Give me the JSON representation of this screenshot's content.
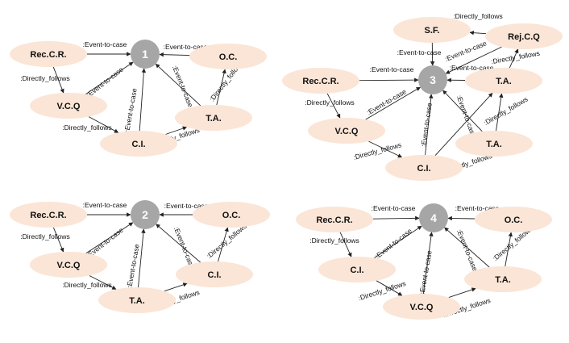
{
  "diagrams": [
    {
      "case_label": "1",
      "nodes": [
        "Rec.C.R.",
        "V.C.Q",
        "C.I.",
        "T.A.",
        "O.C."
      ],
      "relations": [
        {
          "from": "Rec.C.R.",
          "to": "1",
          "label": ":Event-to-case"
        },
        {
          "from": "Rec.C.R.",
          "to": "V.C.Q",
          "label": ":Directly_follows"
        },
        {
          "from": "V.C.Q",
          "to": "1",
          "label": ":Event-to-case"
        },
        {
          "from": "V.C.Q",
          "to": "C.I.",
          "label": ":Directly_follows"
        },
        {
          "from": "C.I.",
          "to": "1",
          "label": ":Event-to-case"
        },
        {
          "from": "C.I.",
          "to": "T.A.",
          "label": ":Directly_follows"
        },
        {
          "from": "T.A.",
          "to": "1",
          "label": ":Event-to-case"
        },
        {
          "from": "T.A.",
          "to": "O.C.",
          "label": ":Directly_follows"
        },
        {
          "from": "O.C.",
          "to": "1",
          "label": ":Event-to-case"
        }
      ]
    },
    {
      "case_label": "3",
      "nodes": [
        "S.F.",
        "Rej.C.Q",
        "Rec.C.R.",
        "T.A.",
        "V.C.Q",
        "T.A.",
        "C.I."
      ],
      "relations": [
        {
          "from": "S.F.",
          "to": "3",
          "label": ":Event-to-case"
        },
        {
          "from": "Rej.C.Q",
          "to": "S.F.",
          "label": ":Directly_follows"
        },
        {
          "from": "Rej.C.Q",
          "to": "3",
          "label": ":Event-to-case"
        },
        {
          "from": "T.A.",
          "to": "Rej.C.Q",
          "label": ":Directly_follows"
        },
        {
          "from": "T.A.",
          "to": "3",
          "label": ":Event-to-case"
        },
        {
          "from": "Rec.C.R.",
          "to": "3",
          "label": ":Event-to-case"
        },
        {
          "from": "Rec.C.R.",
          "to": "V.C.Q",
          "label": ":Directly_follows"
        },
        {
          "from": "V.C.Q",
          "to": "3",
          "label": ":Event-to-case"
        },
        {
          "from": "V.C.Q",
          "to": "C.I.",
          "label": ":Directly_follows"
        },
        {
          "from": "C.I.",
          "to": "3",
          "label": ":Event-to-case"
        },
        {
          "from": "C.I.",
          "to": "T.A.",
          "label": ":Directly_follows"
        },
        {
          "from": "T.A.",
          "to": "3",
          "label": ":Event-to-case"
        },
        {
          "from": "T.A.",
          "to": "T.A.",
          "label": ":Directly_follows"
        }
      ]
    },
    {
      "case_label": "2",
      "nodes": [
        "Rec.C.R.",
        "V.C.Q",
        "T.A.",
        "C.I.",
        "O.C."
      ],
      "relations": [
        {
          "from": "Rec.C.R.",
          "to": "2",
          "label": ":Event-to-case"
        },
        {
          "from": "Rec.C.R.",
          "to": "V.C.Q",
          "label": ":Directly_follows"
        },
        {
          "from": "V.C.Q",
          "to": "2",
          "label": ":Event-to-case"
        },
        {
          "from": "V.C.Q",
          "to": "T.A.",
          "label": ":Directly_follows"
        },
        {
          "from": "T.A.",
          "to": "2",
          "label": ":Event-to-case"
        },
        {
          "from": "T.A.",
          "to": "C.I.",
          "label": ":Directly_follows"
        },
        {
          "from": "C.I.",
          "to": "2",
          "label": ":Event-to-case"
        },
        {
          "from": "C.I.",
          "to": "O.C.",
          "label": ":Directly_follows"
        },
        {
          "from": "O.C.",
          "to": "2",
          "label": ":Event-to-case"
        }
      ]
    },
    {
      "case_label": "4",
      "nodes": [
        "Rec.C.R.",
        "C.I.",
        "V.C.Q",
        "T.A.",
        "O.C."
      ],
      "relations": [
        {
          "from": "Rec.C.R.",
          "to": "4",
          "label": ":Event-to-case"
        },
        {
          "from": "Rec.C.R.",
          "to": "C.I.",
          "label": ":Directly_follows"
        },
        {
          "from": "C.I.",
          "to": "4",
          "label": ":Event-to-case"
        },
        {
          "from": "C.I.",
          "to": "V.C.Q",
          "label": ":Directly_follows"
        },
        {
          "from": "V.C.Q",
          "to": "4",
          "label": ":Event-to-case"
        },
        {
          "from": "V.C.Q",
          "to": "T.A.",
          "label": ":Directly_follows"
        },
        {
          "from": "T.A.",
          "to": "4",
          "label": ":Event-to-case"
        },
        {
          "from": "T.A.",
          "to": "O.C.",
          "label": ":Directly_follows"
        },
        {
          "from": "O.C.",
          "to": "4",
          "label": ":Event-to-case"
        }
      ]
    }
  ],
  "colors": {
    "event_node": "#fbe5d6",
    "case_node": "#a6a6a6",
    "edge": "#222222"
  }
}
